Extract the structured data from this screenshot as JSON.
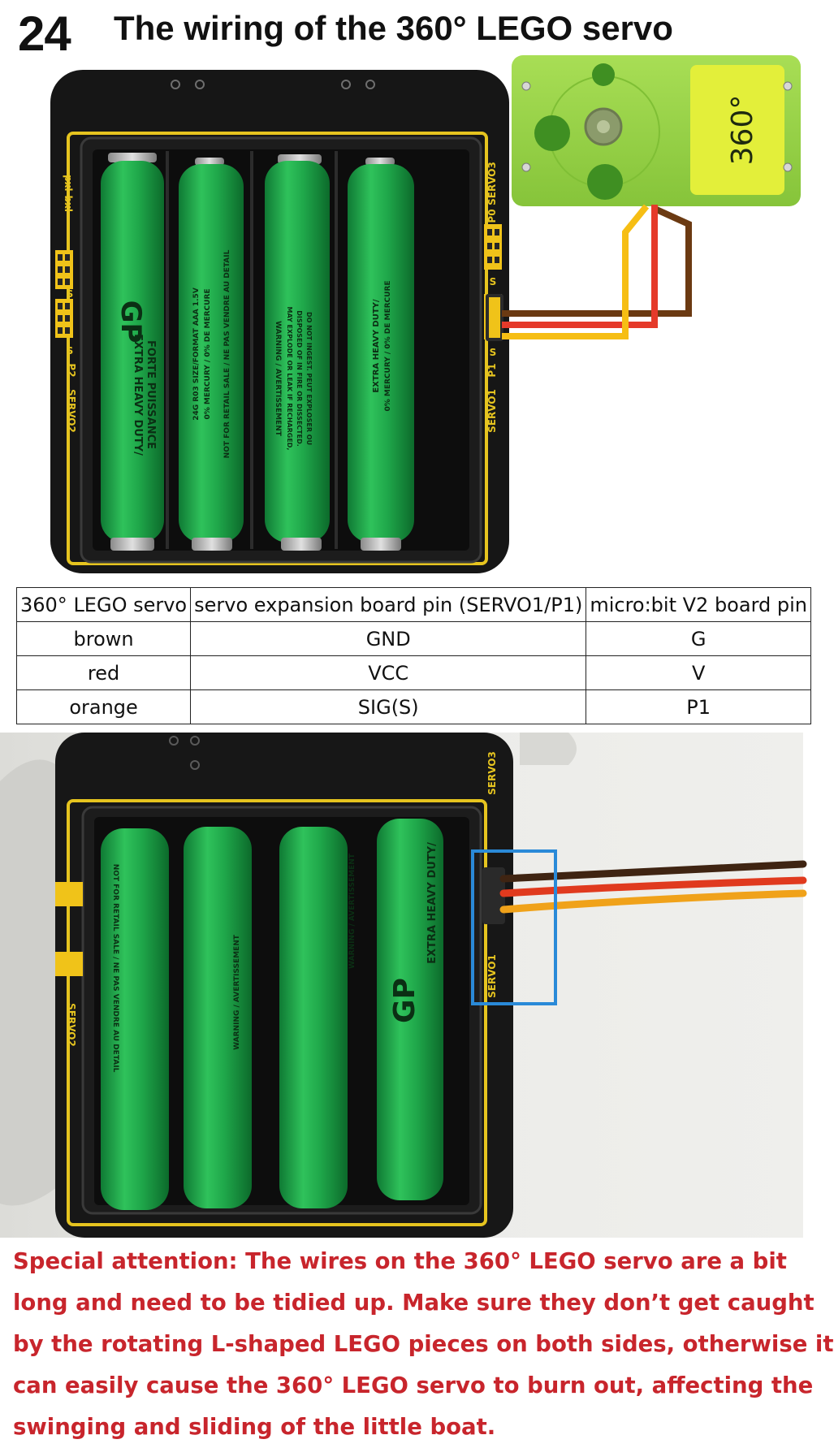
{
  "header": {
    "step_number": "24",
    "title": "The wiring of the 360° LEGO servo"
  },
  "board": {
    "left_labels": [
      "pxl-bxl",
      "S",
      "S",
      "P2",
      "SERVO2"
    ],
    "right_labels": [
      "SERVO3",
      "P0",
      "S",
      "S",
      "P1",
      "SERVO1"
    ],
    "battery_texts": [
      "GP",
      "EXTRA HEAVY DUTY/",
      "FORTE PUISSANCE",
      "24G R03 SIZE/FORMAT AAA 1.5V",
      "0% MERCURY / 0% DE MERCURE",
      "NOT FOR RETAIL SALE / NE PAS VENDRE AU DETAIL",
      "WARNING / AVERTISSEMENT",
      "MAY EXPLODE OR LEAK IF RECHARGED,",
      "DISPOSED OF IN FIRE OR DISSECTED.",
      "DO NOT INGEST. PEUT EXPLOSER OU"
    ]
  },
  "servo": {
    "label": "360°"
  },
  "colors": {
    "board": "#161616",
    "board_edge": "#e6c41f",
    "battery": "#1fa74a",
    "servo_body": "#9cd64a",
    "servo_label": "#e3ef3a",
    "wire_brown": "#6b3a12",
    "wire_red": "#e53a2a",
    "wire_orange": "#f6be14",
    "highlight": "#2a8ad8",
    "warning_text": "#c8252c"
  },
  "table": {
    "headers": [
      "360°  LEGO servo",
      "servo expansion board pin (SERVO1/P1)",
      "micro:bit V2 board pin"
    ],
    "rows": [
      [
        "brown",
        "GND",
        "G"
      ],
      [
        "red",
        "VCC",
        "V"
      ],
      [
        "orange",
        "SIG(S)",
        "P1"
      ]
    ]
  },
  "warning": {
    "lines": [
      "Special attention:  The wires on the 360° LEGO servo are a bit",
      "long and need to be tidied up. Make sure they don’t get caught",
      "by the rotating L-shaped LEGO pieces on both sides, otherwise it",
      "can easily cause the 360° LEGO servo to burn out, affecting the",
      "swinging and sliding of the little boat."
    ]
  }
}
